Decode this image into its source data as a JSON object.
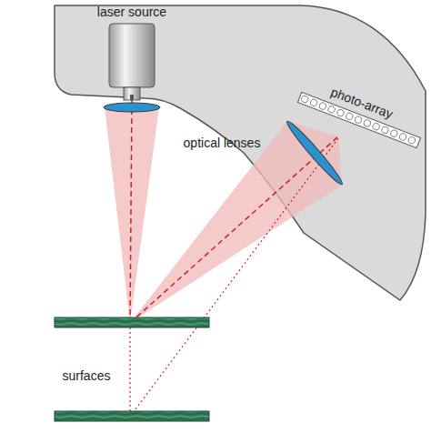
{
  "diagram": {
    "labels": [
      "laser source",
      "optical lenses",
      "photo-array",
      "surfaces"
    ]
  }
}
